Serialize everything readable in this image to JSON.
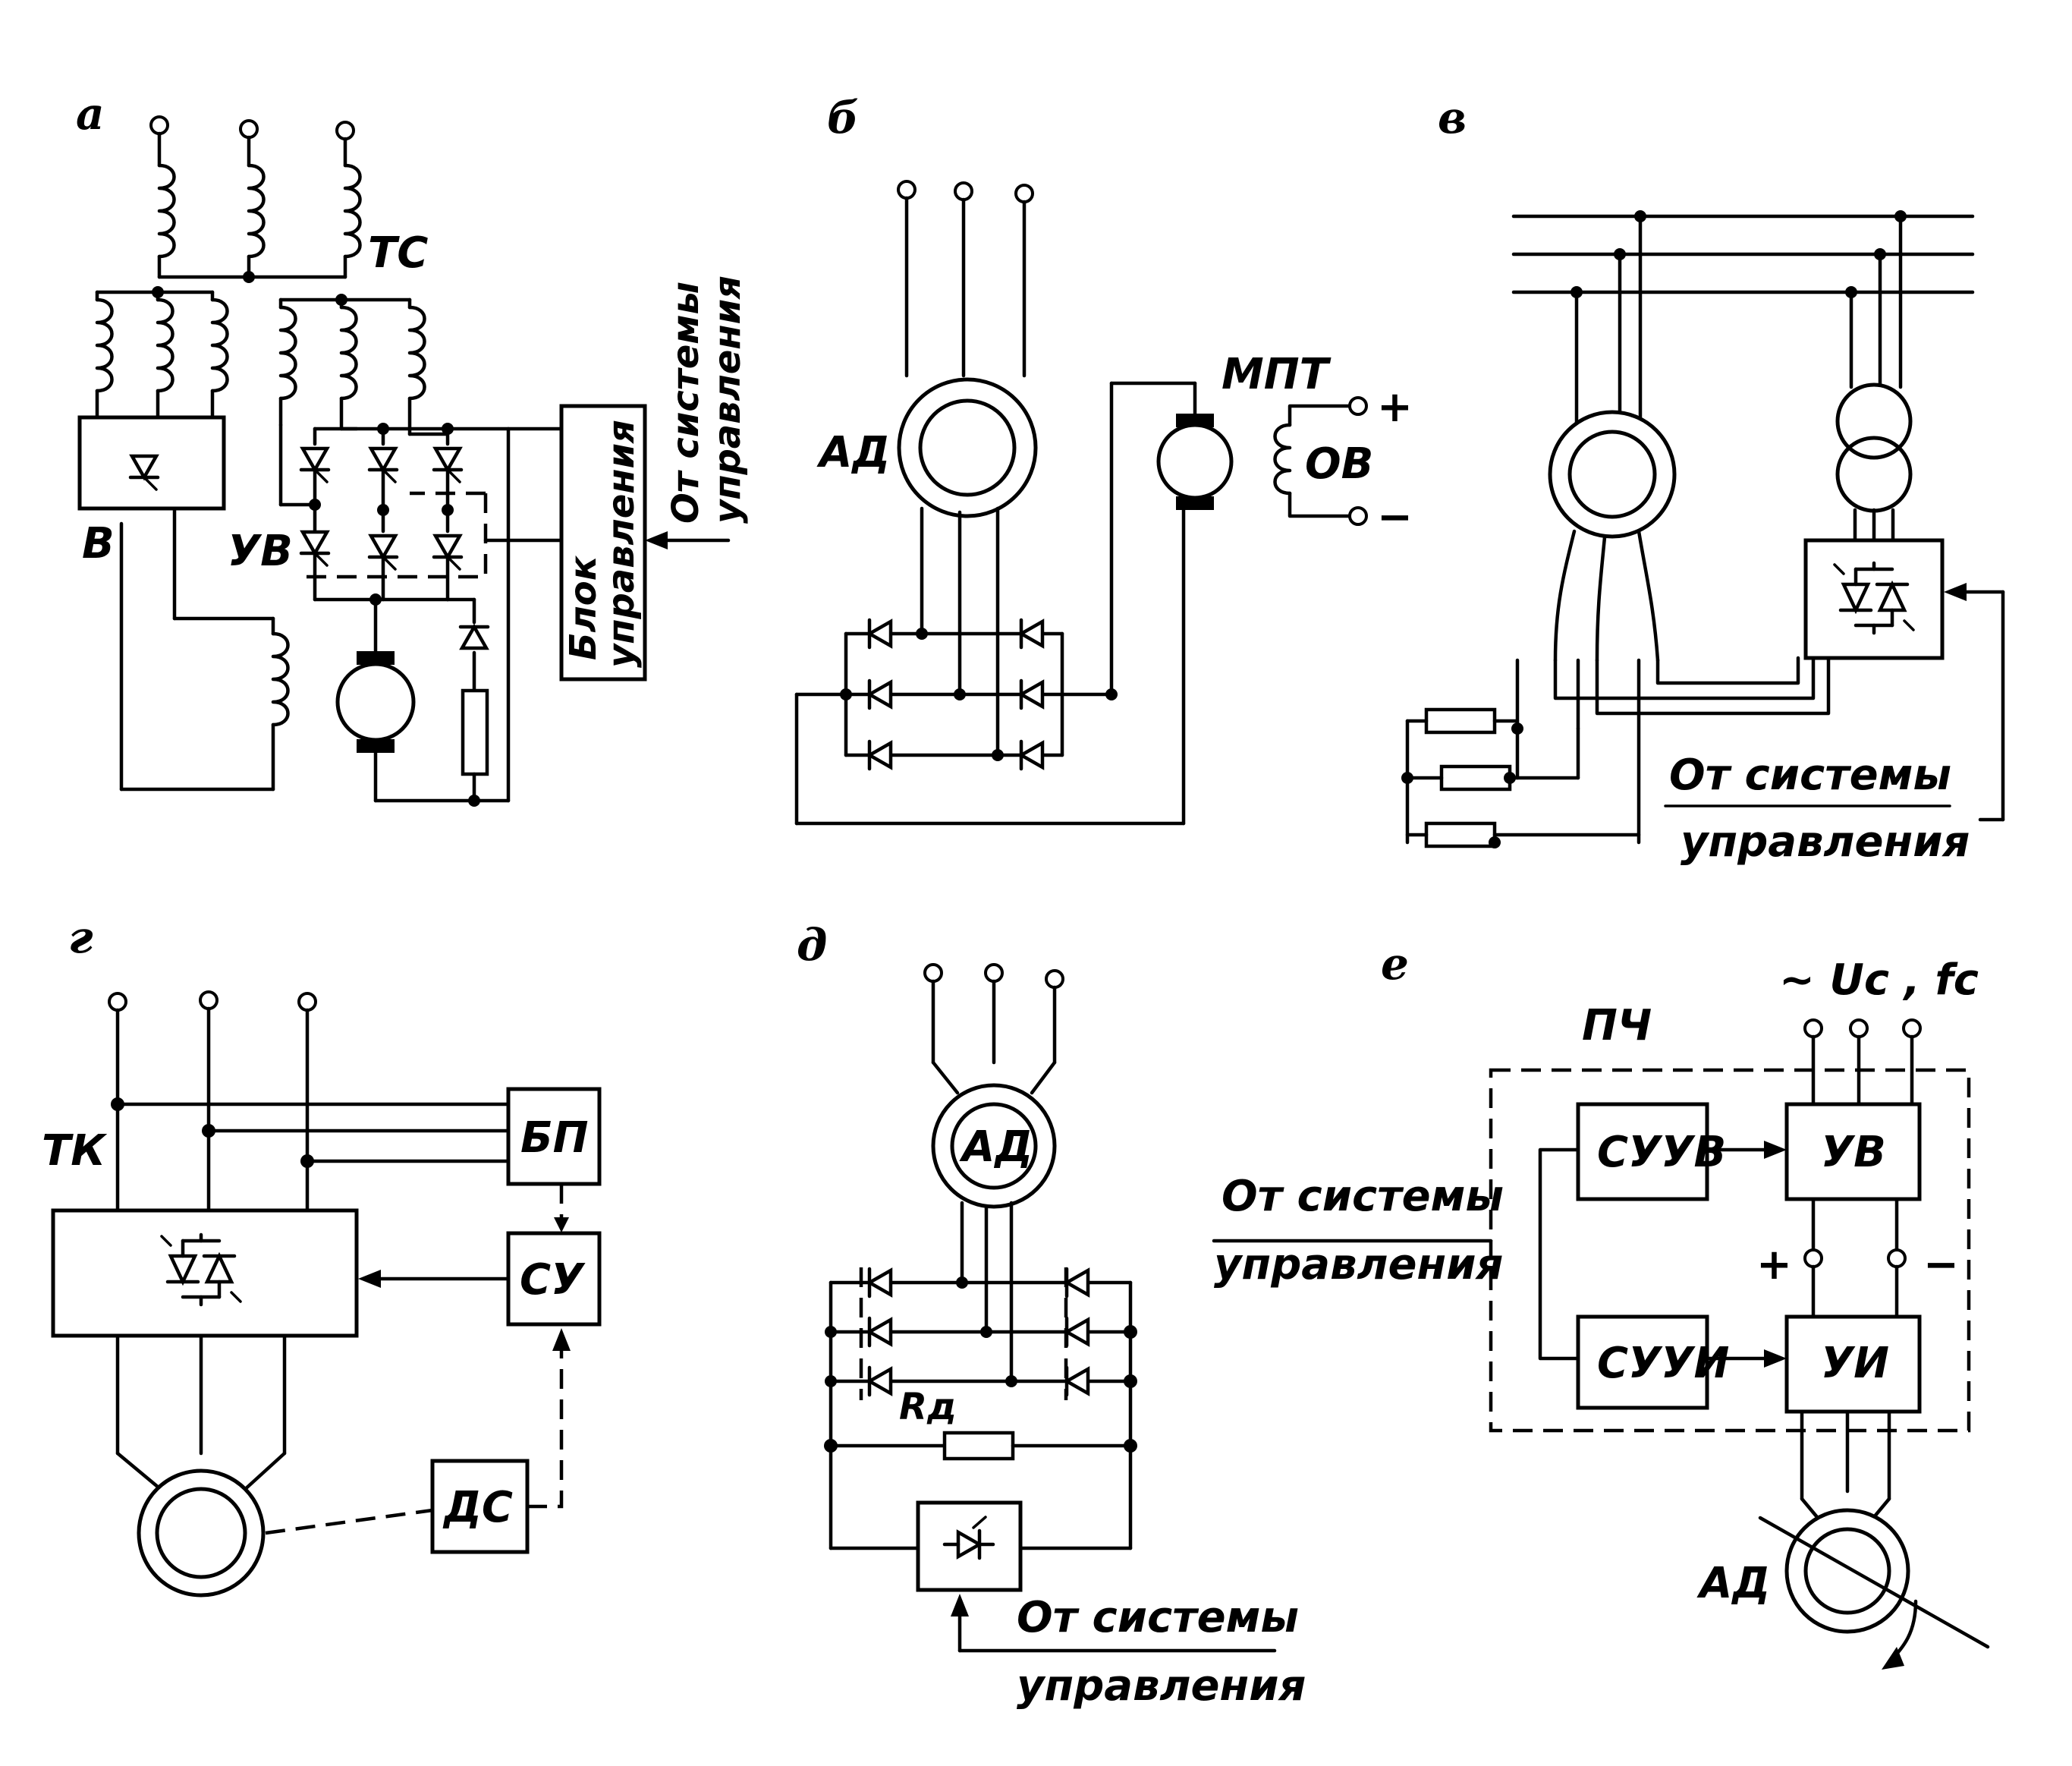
{
  "panels": {
    "a": {
      "letter": "а",
      "tc": "ТС",
      "b": "В",
      "yv": "УВ",
      "block_line1": "Блок",
      "block_line2": "управления",
      "ctrl_line1": "От системы",
      "ctrl_line2": "управления"
    },
    "b": {
      "letter": "б",
      "ad": "АД",
      "mpt": "МПТ",
      "ov": "ОВ",
      "plus": "+",
      "minus": "−"
    },
    "v": {
      "letter": "в",
      "ctrl_line1": "От системы",
      "ctrl_line2": "управления"
    },
    "g": {
      "letter": "г",
      "tk": "ТК",
      "bp": "БП",
      "su": "СУ",
      "ds": "ДС"
    },
    "d": {
      "letter": "д",
      "ad": "АД",
      "rd": "Rд",
      "ctrl_line1": "От системы",
      "ctrl_line2": "управления"
    },
    "e": {
      "letter": "е",
      "supply": "~ Uс , fс",
      "pch": "ПЧ",
      "suuv": "СУУВ",
      "yv": "УВ",
      "suui": "СУУИ",
      "yi": "УИ",
      "plus": "+",
      "minus": "−",
      "ad": "АД",
      "ctrl_line1": "От системы",
      "ctrl_line2": "управления"
    }
  },
  "icons": [
    "diode-icon",
    "thyristor-icon",
    "motor-icon",
    "inductor-icon",
    "resistor-icon",
    "terminal-icon"
  ]
}
